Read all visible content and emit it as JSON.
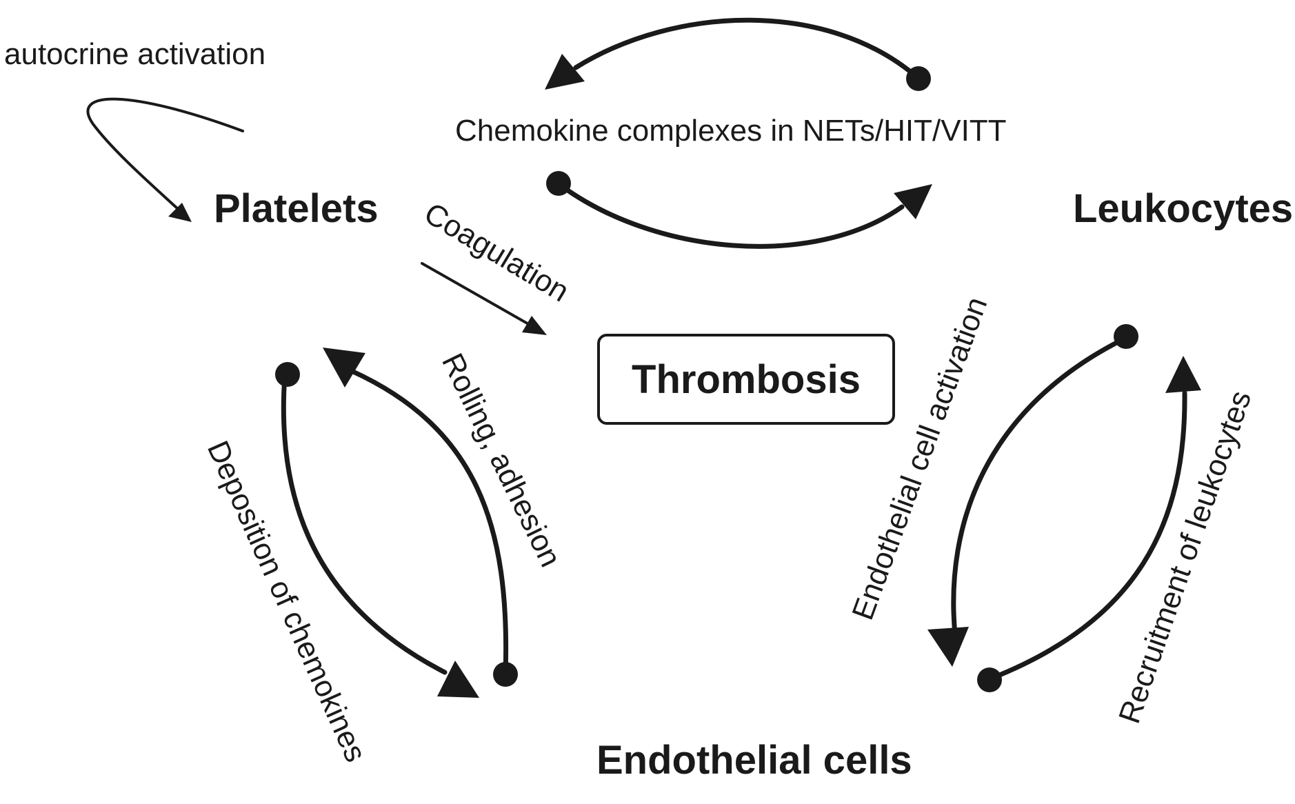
{
  "nodes": {
    "platelets": "Platelets",
    "leukocytes": "Leukocytes",
    "endothelial_cells": "Endothelial cells",
    "thrombosis": "Thrombosis"
  },
  "edges": {
    "autocrine": "autocrine activation",
    "chemokine_complexes": "Chemokine complexes in NETs/HIT/VITT",
    "coagulation": "Coagulation",
    "rolling_adhesion": "Rolling, adhesion",
    "deposition": "Deposition of chemokines",
    "endothelial_activation": "Endothelial cell activation",
    "recruitment": "Recruitment of leukocytes"
  },
  "colors": {
    "ink": "#1a1a1a",
    "background": "#ffffff"
  }
}
